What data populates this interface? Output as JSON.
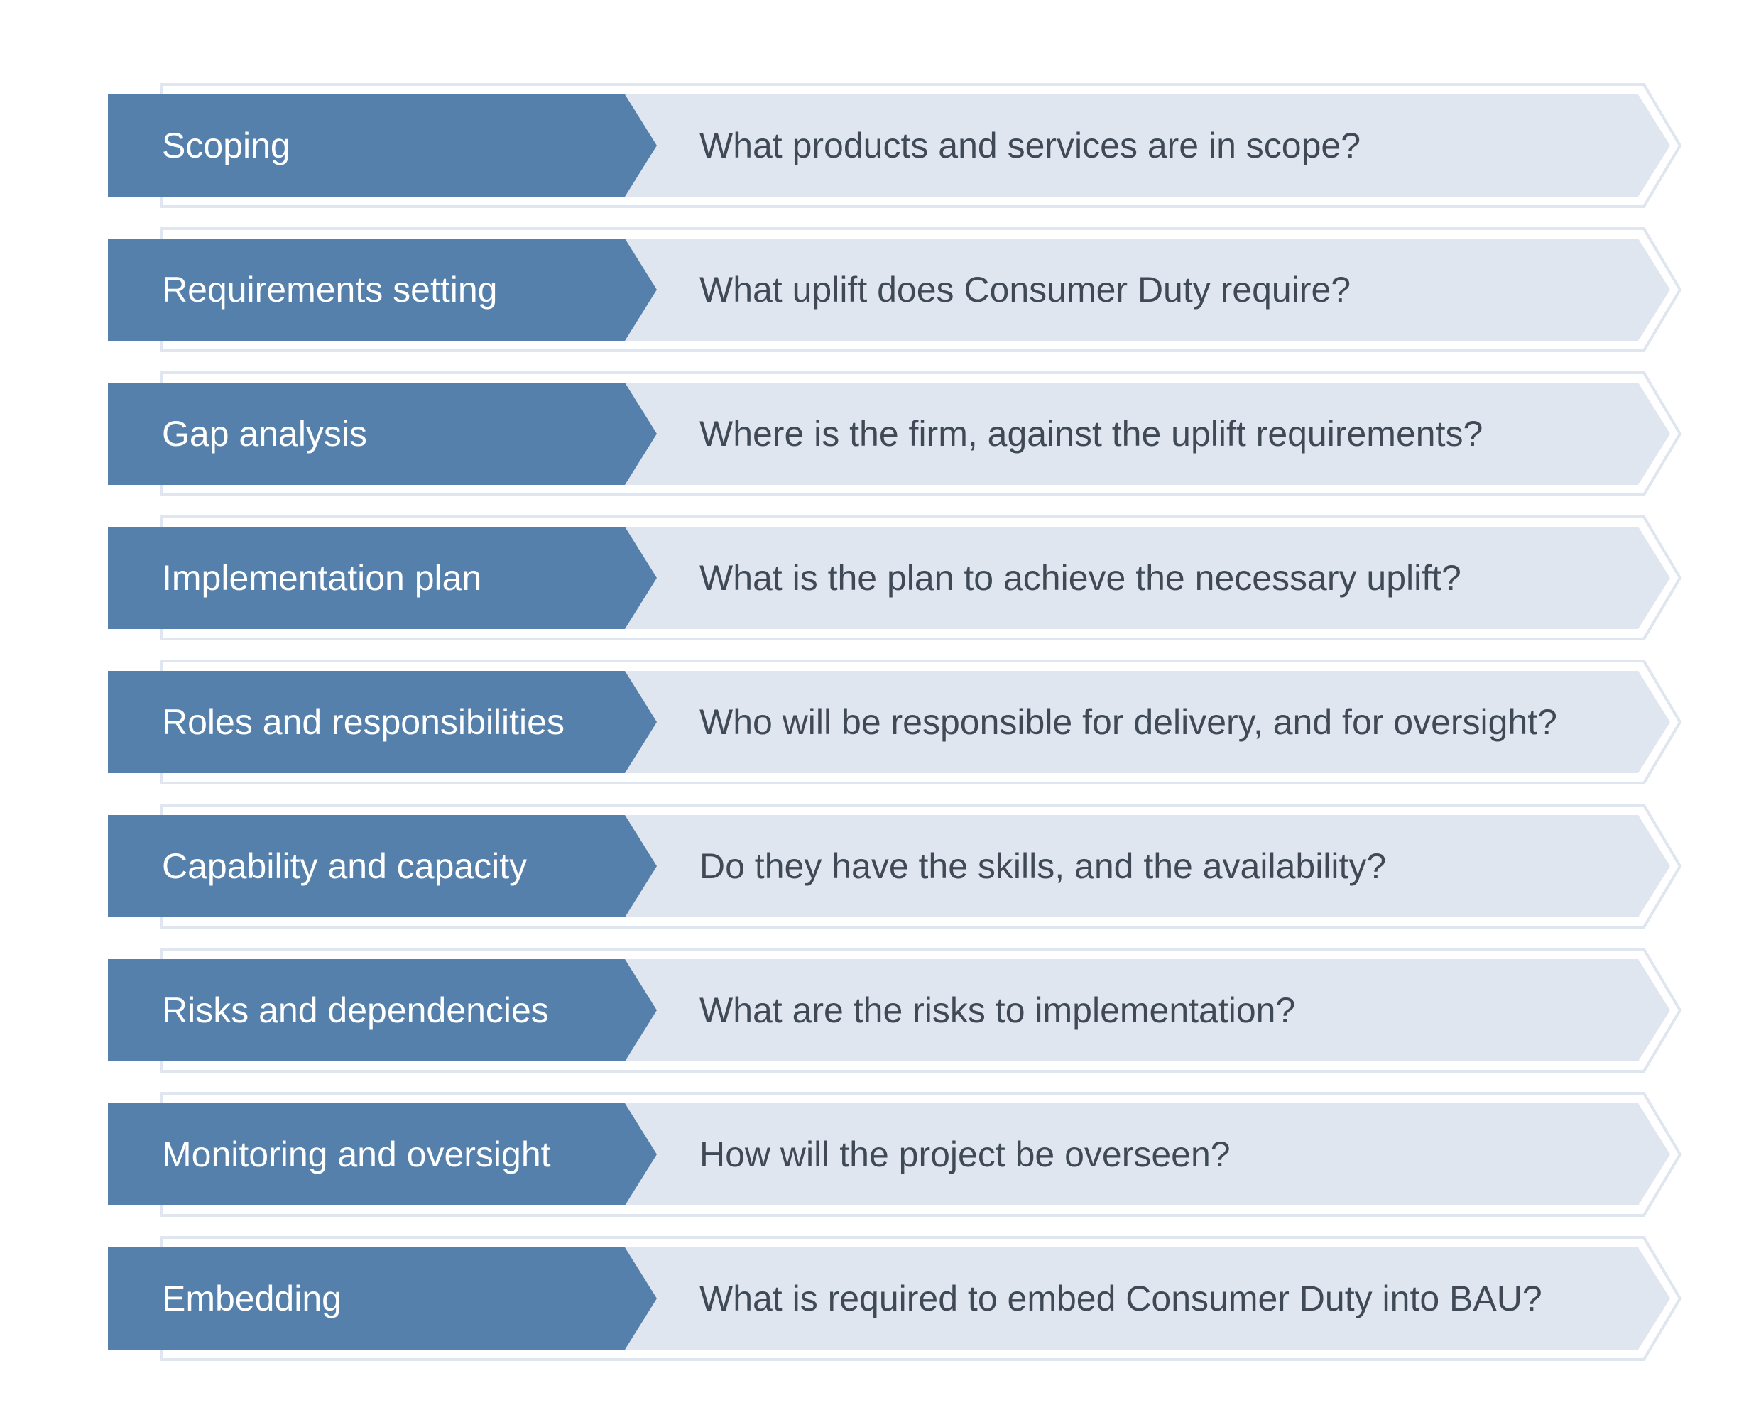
{
  "colors": {
    "label_fill": "#5580ab",
    "question_fill": "#dfe6ef",
    "outline": "#dfe6ef",
    "label_text": "#ffffff",
    "question_text": "#3f4a56"
  },
  "steps": [
    {
      "label": "Scoping",
      "question": "What products and services are in scope?"
    },
    {
      "label": "Requirements setting",
      "question": "What uplift does Consumer Duty require?"
    },
    {
      "label": "Gap analysis",
      "question": "Where is the firm, against the uplift requirements?"
    },
    {
      "label": "Implementation plan",
      "question": "What is the plan to achieve the necessary uplift?"
    },
    {
      "label": "Roles and responsibilities",
      "question": "Who will be responsible for delivery, and for oversight?"
    },
    {
      "label": "Capability and capacity",
      "question": "Do they have the skills, and the availability?"
    },
    {
      "label": "Risks and dependencies",
      "question": "What are the risks to implementation?"
    },
    {
      "label": "Monitoring and oversight",
      "question": "How will the project be overseen?"
    },
    {
      "label": "Embedding",
      "question": "What is required to embed Consumer Duty into BAU?"
    }
  ]
}
